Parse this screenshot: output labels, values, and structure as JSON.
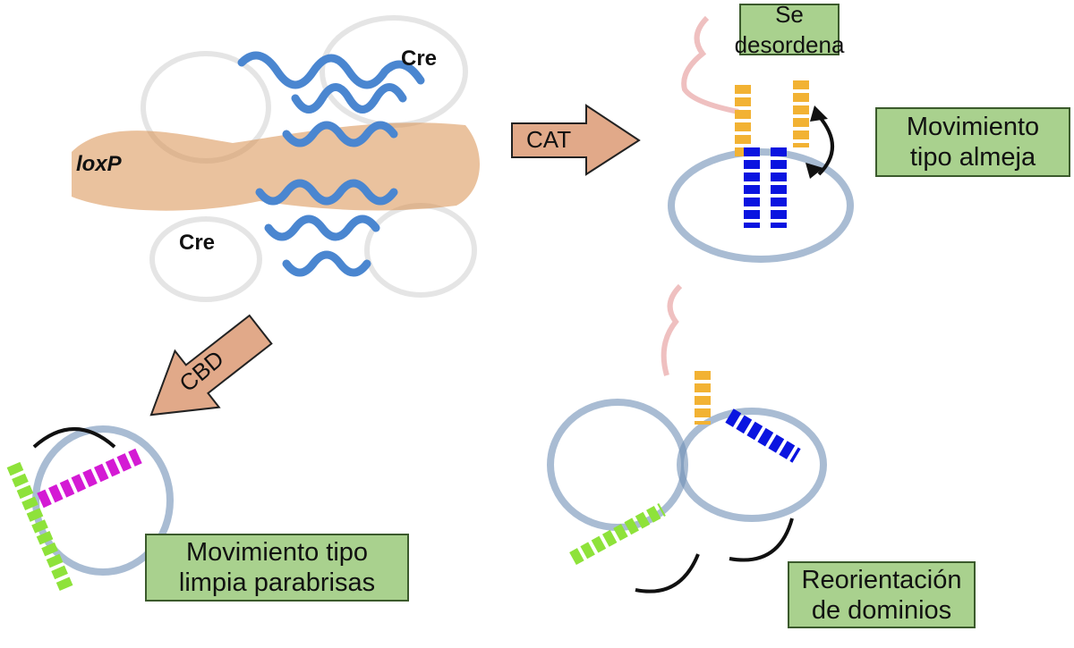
{
  "labels": {
    "cre_top": "Cre",
    "loxp": "loxP",
    "cre_bottom": "Cre"
  },
  "arrows": {
    "cat": "CAT",
    "cbd": "CBD"
  },
  "boxes": {
    "disorder": "Se desordena",
    "clam_line1": "Movimiento",
    "clam_line2": "tipo almeja",
    "wiper_line1": "Movimiento tipo",
    "wiper_line2": "limpia parabrisas",
    "reorient_line1": "Reorientación",
    "reorient_line2": "de dominios"
  },
  "colors": {
    "box_fill": "#a9d18e",
    "arrow_fill": "#e1a989",
    "dna": "#d9904f",
    "protein_blue": "#4a86d0",
    "protein_gray": "#6f8fb5",
    "helix_orange": "#f2b233",
    "helix_blue": "#0a14e0",
    "helix_green": "#8ee23a",
    "helix_magenta": "#d41ad4",
    "helix_pink": "#efc0c0"
  }
}
